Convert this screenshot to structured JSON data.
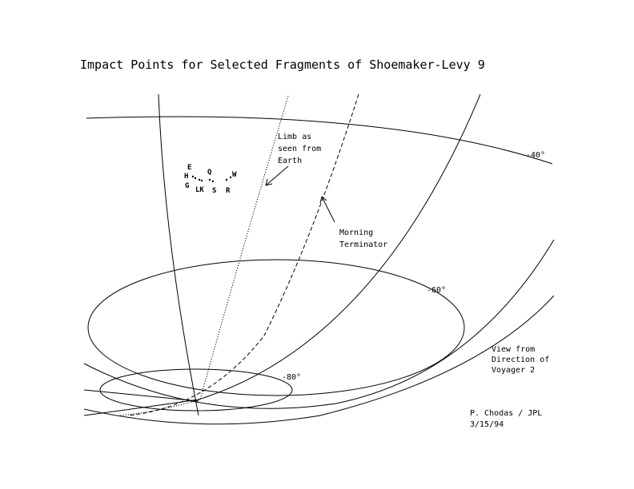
{
  "title": "Impact Points for Selected Fragments of Shoemaker-Levy 9",
  "latitude_labels": {
    "lat40": "-40°",
    "lat60": "-60°",
    "lat80": "-80°"
  },
  "annotations": {
    "limb": [
      "Limb as",
      "seen from",
      "Earth"
    ],
    "terminator": [
      "Morning",
      "Terminator"
    ],
    "view": [
      "View from",
      "Direction of",
      "Voyager 2"
    ],
    "credit": [
      "P. Chodas / JPL",
      "3/15/94"
    ]
  },
  "fragments": {
    "E": "E",
    "H": "H",
    "G": "G",
    "LK": "LK",
    "Q": "Q",
    "S": "S",
    "W": "W",
    "R": "R"
  }
}
